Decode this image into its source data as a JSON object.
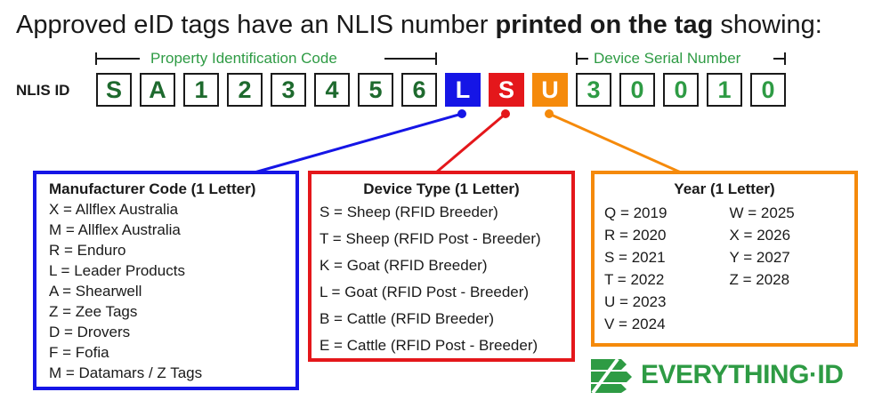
{
  "headline": {
    "prefix": "Approved eID tags have an NLIS number ",
    "bold": "printed on the tag",
    "suffix": " showing:"
  },
  "brackets": {
    "pic": "Property Identification Code",
    "serial": "Device Serial Number"
  },
  "nlis_label": "NLIS ID",
  "nlis_chars": [
    {
      "char": "S",
      "role": "pic"
    },
    {
      "char": "A",
      "role": "pic"
    },
    {
      "char": "1",
      "role": "pic"
    },
    {
      "char": "2",
      "role": "pic"
    },
    {
      "char": "3",
      "role": "pic"
    },
    {
      "char": "4",
      "role": "pic"
    },
    {
      "char": "5",
      "role": "pic"
    },
    {
      "char": "6",
      "role": "pic"
    },
    {
      "char": "L",
      "role": "manufacturer"
    },
    {
      "char": "S",
      "role": "device"
    },
    {
      "char": "U",
      "role": "year"
    },
    {
      "char": "3",
      "role": "serial"
    },
    {
      "char": "0",
      "role": "serial"
    },
    {
      "char": "0",
      "role": "serial"
    },
    {
      "char": "1",
      "role": "serial"
    },
    {
      "char": "0",
      "role": "serial"
    }
  ],
  "manufacturer": {
    "title": "Manufacturer Code (1 Letter)",
    "items": [
      "X = Allflex Australia",
      "M = Allflex Australia",
      "R = Enduro",
      "L = Leader Products",
      "A = Shearwell",
      "Z = Zee Tags",
      "D = Drovers",
      "F = Fofia",
      "M = Datamars / Z Tags"
    ]
  },
  "device": {
    "title": "Device Type (1 Letter)",
    "items": [
      "S = Sheep (RFID Breeder)",
      "T = Sheep (RFID Post - Breeder)",
      "K = Goat (RFID Breeder)",
      "L = Goat (RFID Post - Breeder)",
      "B = Cattle (RFID Breeder)",
      "E = Cattle (RFID Post - Breeder)"
    ]
  },
  "year": {
    "title": "Year (1 Letter)",
    "col1": [
      "Q = 2019",
      "R = 2020",
      "S = 2021",
      "T = 2022",
      "U = 2023",
      "V = 2024"
    ],
    "col2": [
      "W = 2025",
      "X = 2026",
      "Y = 2027",
      "Z = 2028"
    ]
  },
  "logo": {
    "text": "EVERYTHING·ID",
    "icon": "stacked-arrows-logo-icon"
  },
  "colors": {
    "manufacturer": "#1515e6",
    "device": "#e4171b",
    "year": "#f58a0b",
    "pic_text": "#1e6a2e",
    "serial_text": "#2e9b44",
    "brand_green": "#2e9b44"
  }
}
